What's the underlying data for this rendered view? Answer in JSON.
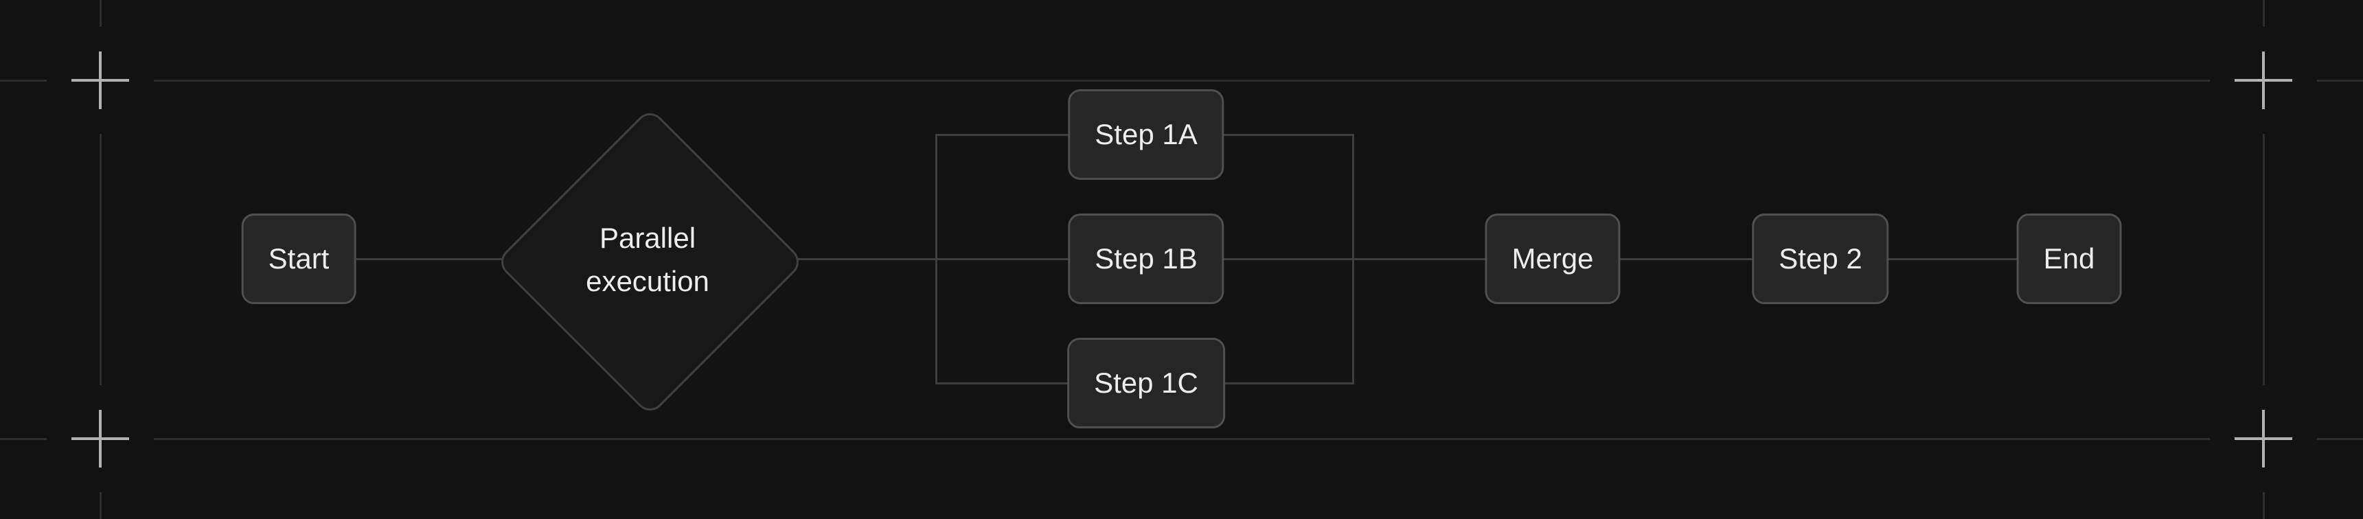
{
  "diagram": {
    "type": "flowchart",
    "nodes": {
      "start": {
        "label": "Start",
        "shape": "rounded-rect"
      },
      "parallel": {
        "label": "Parallel execution",
        "shape": "diamond"
      },
      "step1a": {
        "label": "Step 1A",
        "shape": "rounded-rect"
      },
      "step1b": {
        "label": "Step 1B",
        "shape": "rounded-rect"
      },
      "step1c": {
        "label": "Step 1C",
        "shape": "rounded-rect"
      },
      "merge": {
        "label": "Merge",
        "shape": "rounded-rect"
      },
      "step2": {
        "label": "Step 2",
        "shape": "rounded-rect"
      },
      "end": {
        "label": "End",
        "shape": "rounded-rect"
      }
    },
    "edges": [
      {
        "from": "start",
        "to": "parallel"
      },
      {
        "from": "parallel",
        "to": "step1a"
      },
      {
        "from": "parallel",
        "to": "step1b"
      },
      {
        "from": "parallel",
        "to": "step1c"
      },
      {
        "from": "step1a",
        "to": "merge"
      },
      {
        "from": "step1b",
        "to": "merge"
      },
      {
        "from": "step1c",
        "to": "merge"
      },
      {
        "from": "merge",
        "to": "step2"
      },
      {
        "from": "step2",
        "to": "end"
      }
    ]
  },
  "colors": {
    "background": "#121212",
    "guide": "#2d2d2d",
    "crosshair": "#b2b2b2",
    "edge": "#3e3e3e",
    "node_fill": "#262626",
    "node_border": "#4f4f4f",
    "diamond_fill": "#181818",
    "diamond_border": "#404040",
    "text": "#ededed"
  }
}
